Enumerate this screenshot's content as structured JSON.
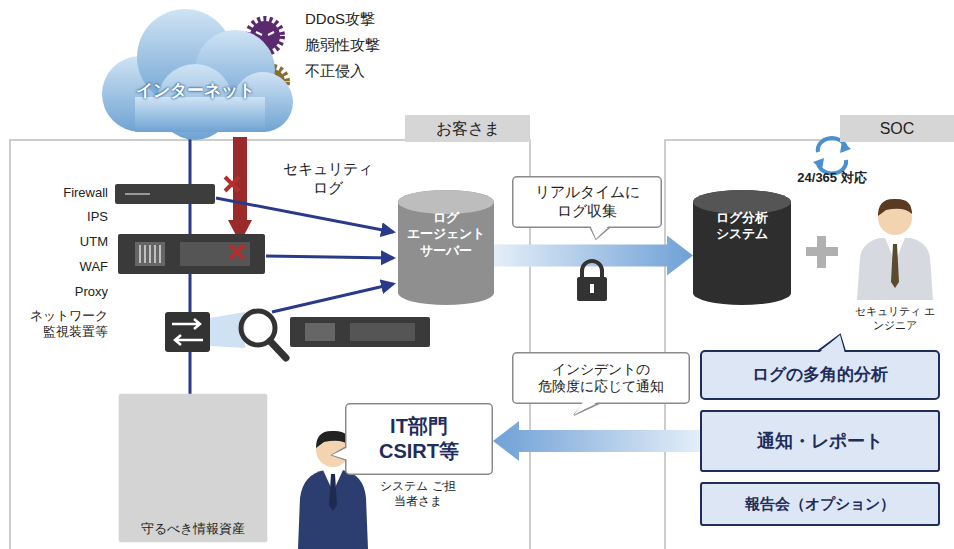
{
  "diagram": {
    "nodes": [
      {
        "text": [
          "インターネット"
        ]
      },
      {
        "text": [
          "お客さま"
        ]
      },
      {
        "text": [
          "SOC"
        ]
      },
      {
        "text": [
          "ログ エージェント サーバー"
        ],
        "in": 1
      },
      {
        "text": [
          "守るべき情報資産"
        ],
        "in": 1
      },
      {
        "text": [
          "IT部門 CSIRT等"
        ],
        "in": 1
      },
      {
        "text": [
          "リアルタイムに ログ収集"
        ]
      },
      {
        "text": [
          "ログ分析 システム"
        ],
        "in": 2
      },
      {
        "text": [
          "ログの多角的分析"
        ],
        "in": 2
      },
      {
        "text": [
          "通知・レポート"
        ],
        "in": 2
      },
      {
        "text": [
          "報告会（オプション）"
        ],
        "in": 2
      },
      {
        "text": [
          "インシデントの 危険度に応じて通知"
        ]
      }
    ],
    "edges": [
      {
        "from": 3,
        "to": 7,
        "arrow": "to"
      },
      {
        "from": 9,
        "to": 5,
        "arrow": "to"
      }
    ],
    "labels": [
      "DDoS攻撃",
      "脆弱性攻撃",
      "不正侵入",
      "Firewall",
      "IPS",
      "UTM",
      "WAF",
      "Proxy",
      "ネットワーク 監視装置等",
      "セキュリティ ログ",
      "24/365 対応",
      "セキュリティ エンジニア",
      "システム ご担当者さま"
    ]
  }
}
